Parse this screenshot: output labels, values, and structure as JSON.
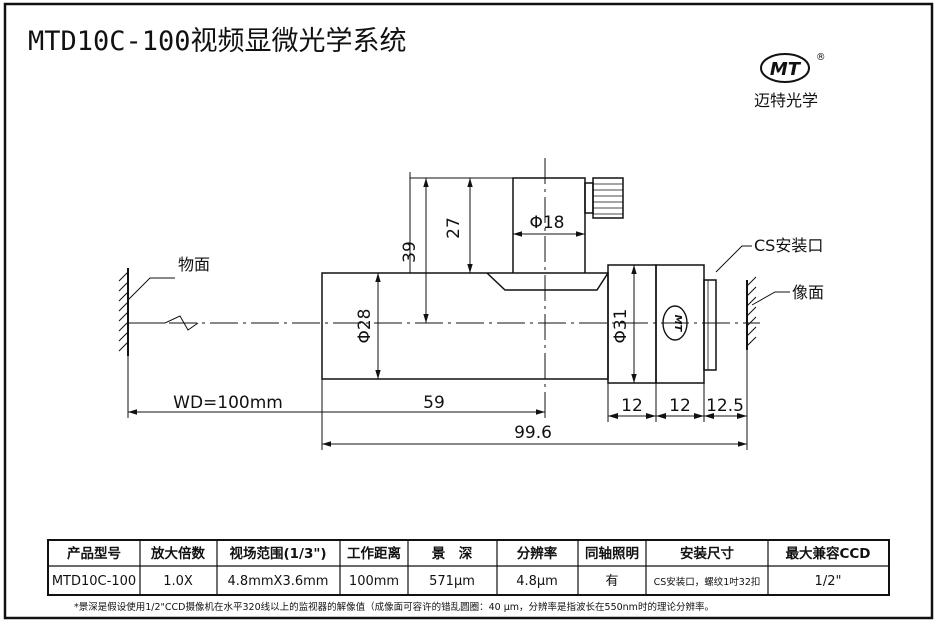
{
  "title": "MTD10C-100视频显微光学系统",
  "brand": {
    "logo_text": "MT",
    "registered": "®",
    "name": "迈特光学"
  },
  "labels": {
    "object_plane": "物面",
    "cs_mount": "CS安装口",
    "image_plane": "像面",
    "lens_logo": "MT"
  },
  "dimensions": {
    "d18": "Φ18",
    "d28": "Φ28",
    "d31": "Φ31",
    "h39": "39",
    "h27": "27",
    "wd": "WD=100mm",
    "len59": "59",
    "len12a": "12",
    "len12b": "12",
    "len12_5": "12.5",
    "total": "99.6"
  },
  "table": {
    "headers": [
      "产品型号",
      "放大倍数",
      "视场范围(1/3\")",
      "工作距离",
      "景　深",
      "分辨率",
      "同轴照明",
      "安装尺寸",
      "最大兼容CCD"
    ],
    "rows": [
      [
        "MTD10C-100",
        "1.0X",
        "4.8mmX3.6mm",
        "100mm",
        "571μm",
        "4.8μm",
        "有",
        "CS安装口，螺纹1吋32扣",
        "1/2\""
      ]
    ]
  },
  "footnote": "*景深是假设使用1/2\"CCD摄像机在水平320线以上的监视器的解像值（成像面可容许的错乱圆圈：40 μm，分辨率是指波长在550nm时的理论分辨率。"
}
